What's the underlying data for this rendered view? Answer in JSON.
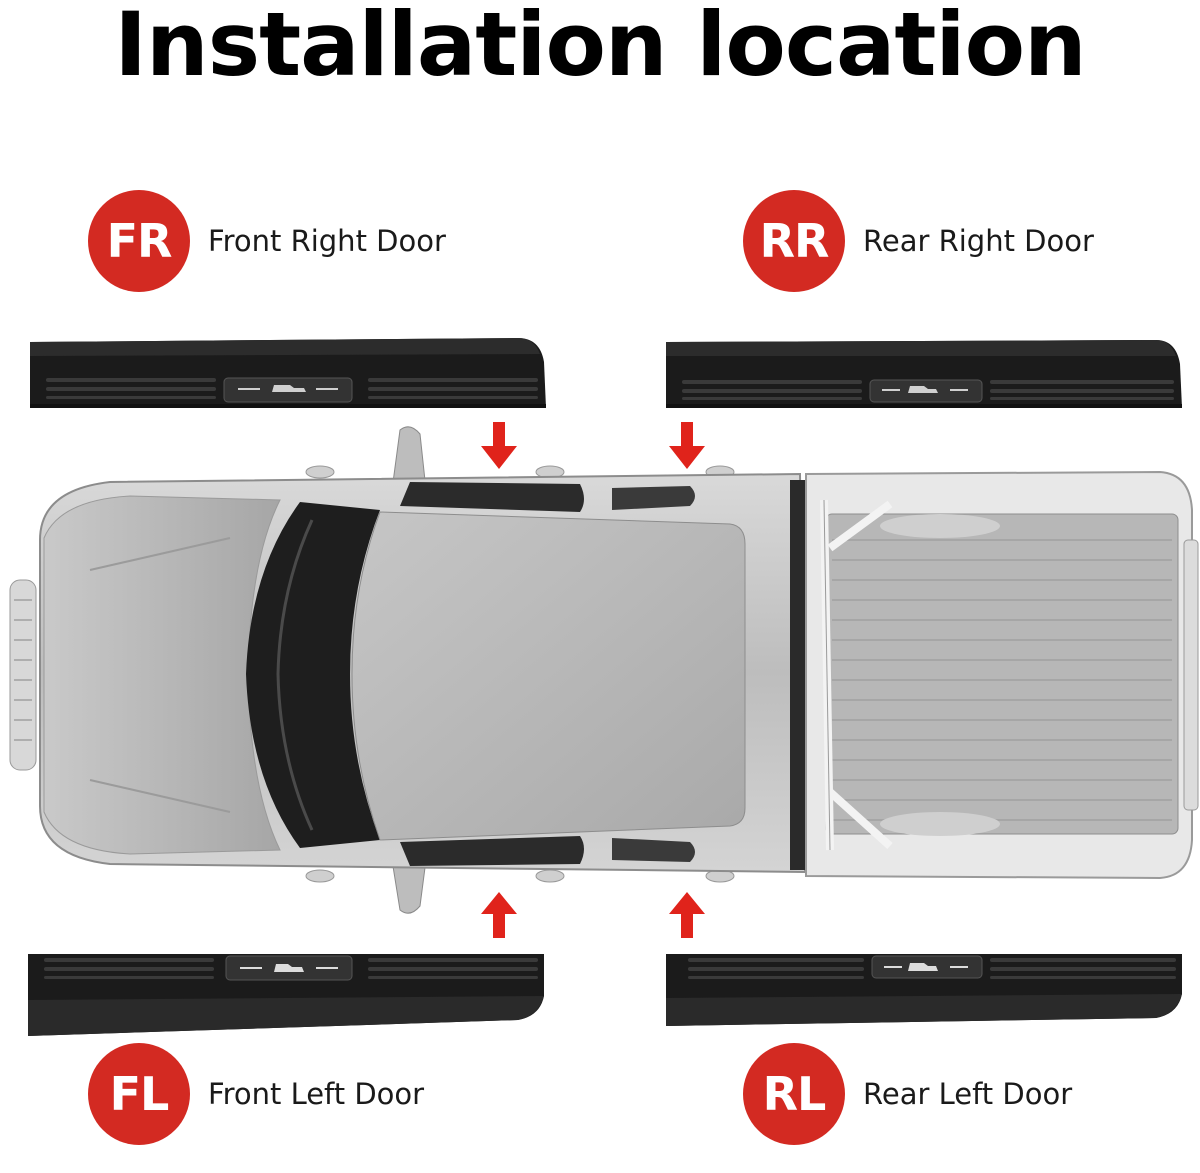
{
  "title": "Installation location",
  "colors": {
    "badge": "#d32a22",
    "arrow": "#e0231b",
    "sill": "#1b1b1b"
  },
  "positions": [
    {
      "code": "FR",
      "label": "Front Right Door"
    },
    {
      "code": "RR",
      "label": "Rear Right Door"
    },
    {
      "code": "FL",
      "label": "Front Left Door"
    },
    {
      "code": "RL",
      "label": "Rear Left Door"
    }
  ]
}
